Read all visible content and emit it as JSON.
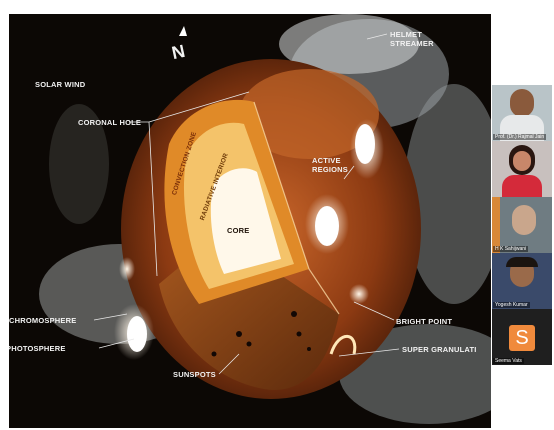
{
  "slide": {
    "north_mark": "N",
    "labels": {
      "solar_wind": "SOLAR WIND",
      "helmet_streamer_line1": "HELMET",
      "helmet_streamer_line2": "STREAMER",
      "coronal_hole": "CORONAL HOLE",
      "convection_zone": "CONVECTION ZONE",
      "radiative_interior": "RADIATIVE INTERIOR",
      "core": "CORE",
      "active_regions_line1": "ACTIVE",
      "active_regions_line2": "REGIONS",
      "chromosphere": "CHROMOSPHERE",
      "photosphere": "PHOTOSPHERE",
      "sunspots": "SUNSPOTS",
      "bright_point": "BRIGHT POINT",
      "super_granulation": "SUPER GRANULATI"
    }
  },
  "participants": [
    {
      "name": "Prof. (Dr.) Rajmal Jain",
      "kind": "video"
    },
    {
      "name": "",
      "kind": "video"
    },
    {
      "name": "H K Sahijwani",
      "kind": "video"
    },
    {
      "name": "Yogesh Kumar",
      "kind": "video"
    },
    {
      "name": "Seema Vats",
      "kind": "avatar",
      "initial": "S",
      "color": "#f08a3c"
    }
  ]
}
